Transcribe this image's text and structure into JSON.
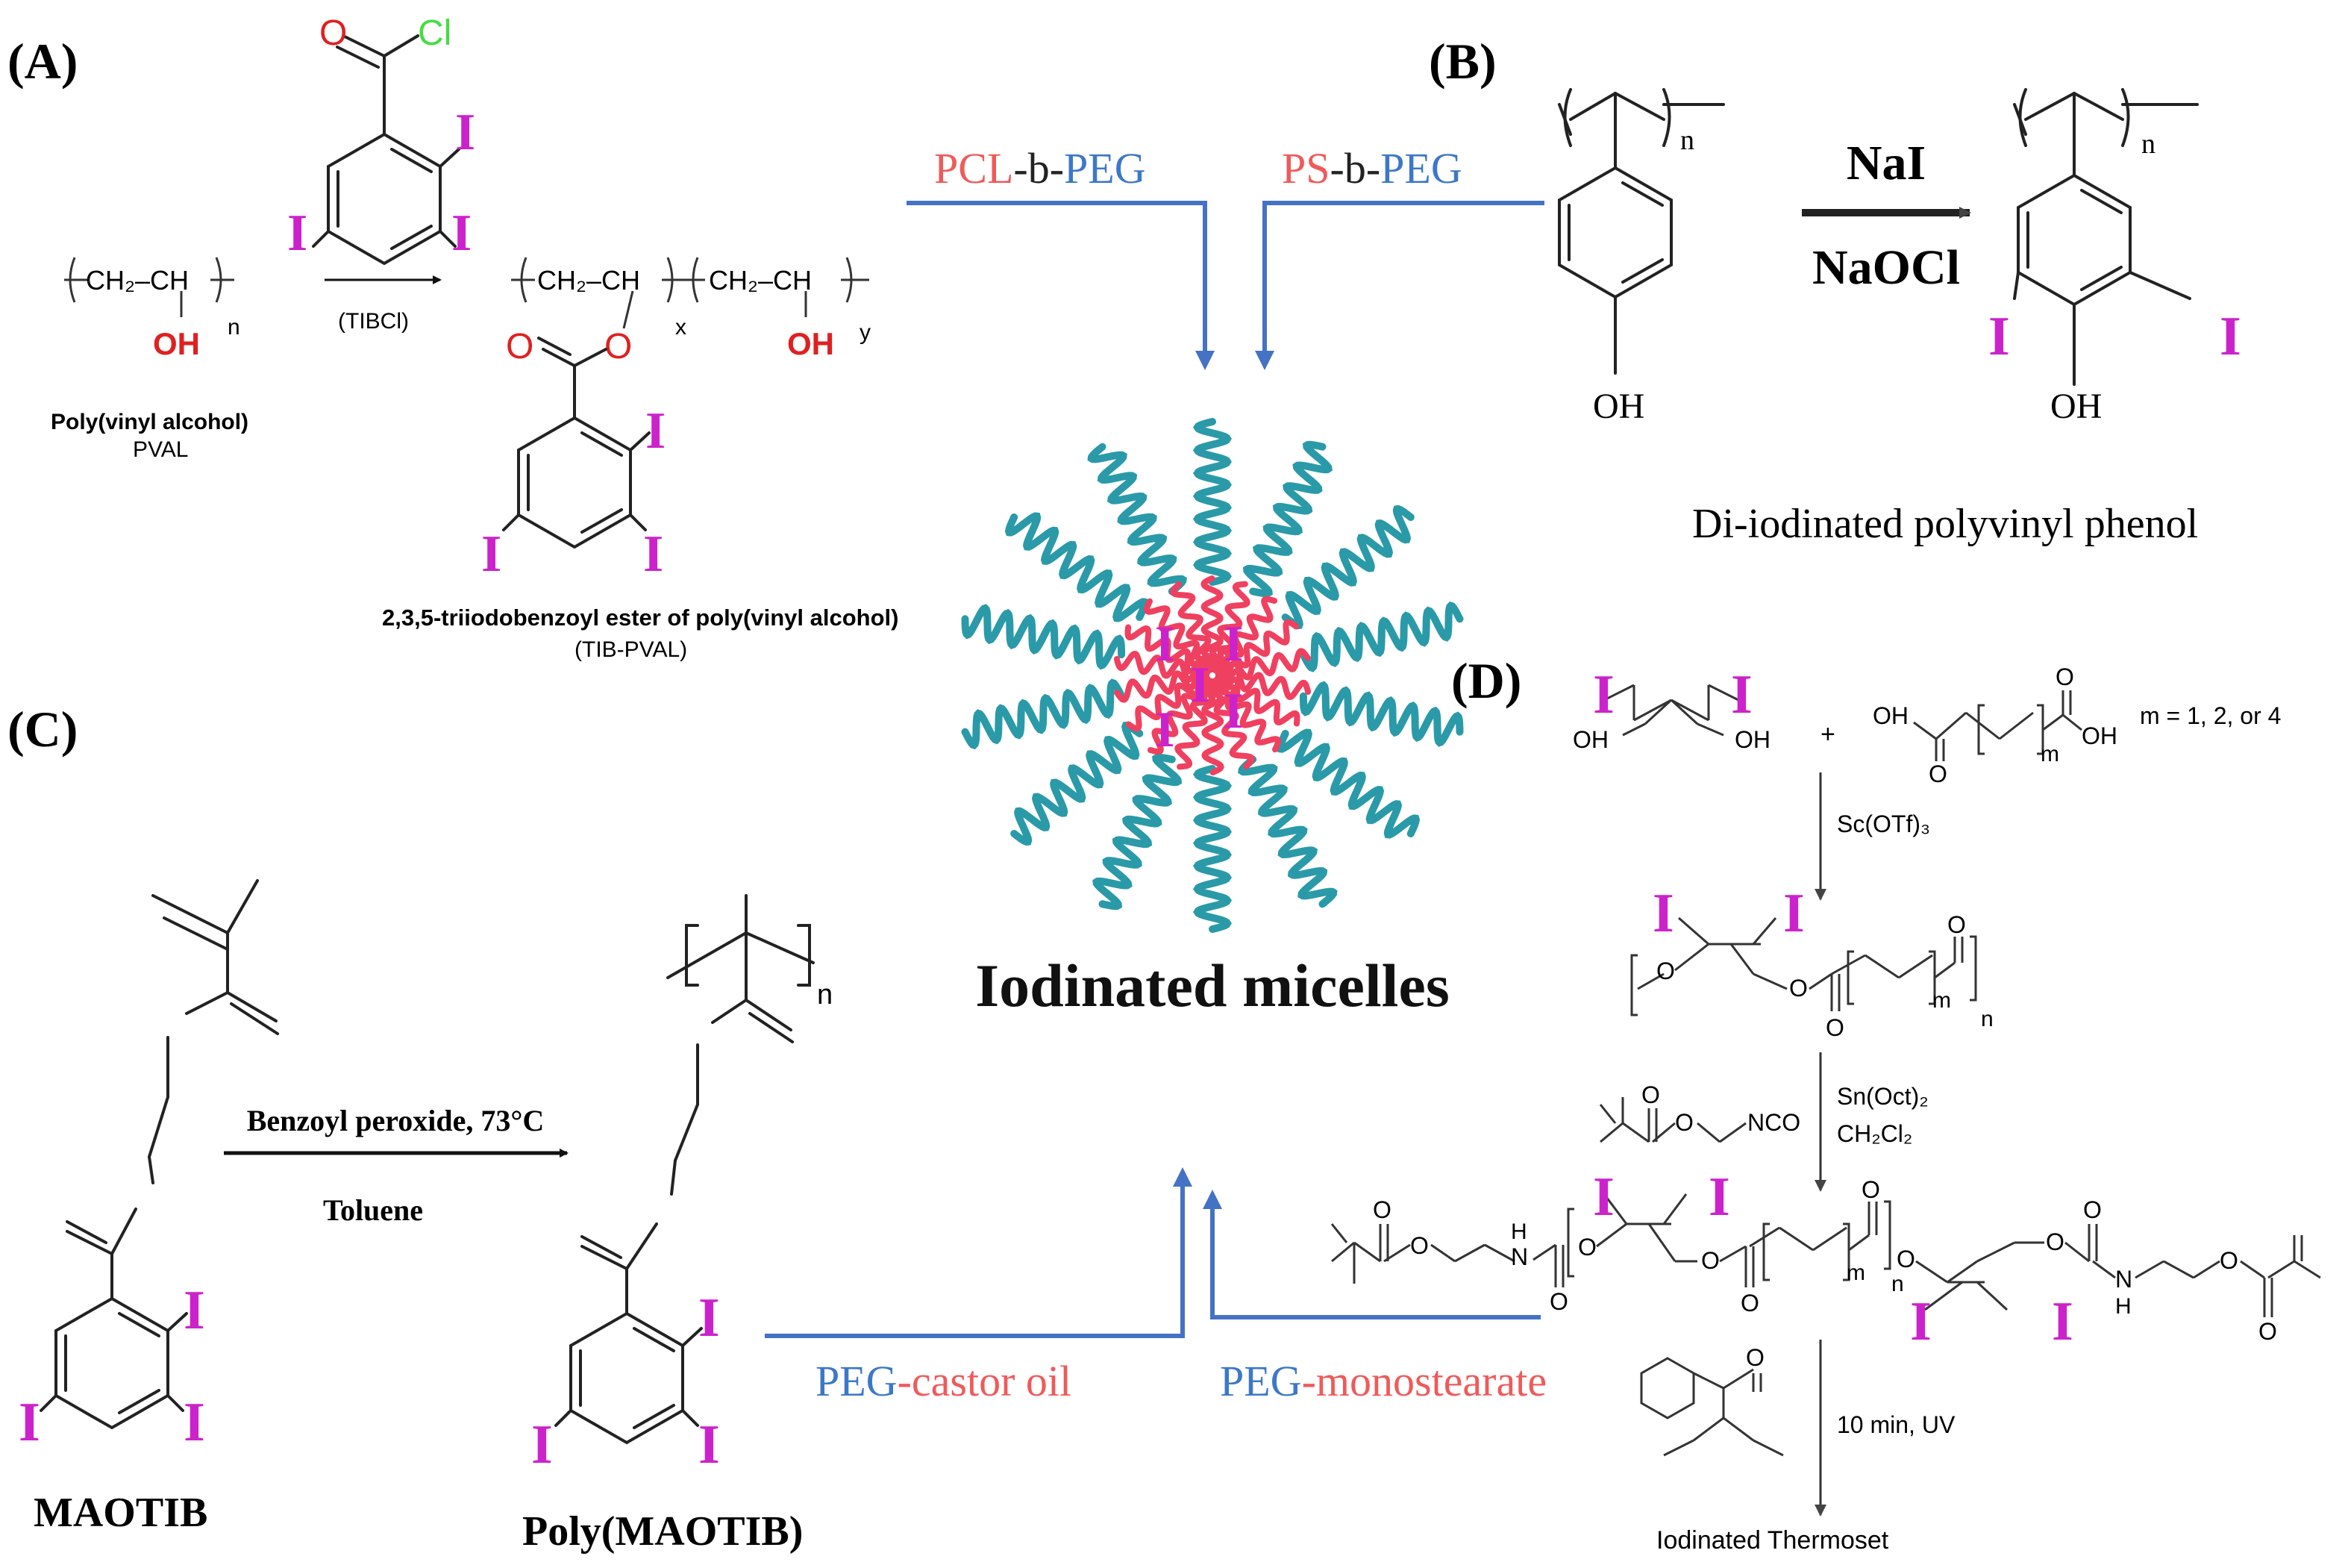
{
  "panels": {
    "A": "(A)",
    "B": "(B)",
    "C": "(C)",
    "D": "(D)"
  },
  "colors": {
    "iodine": "#cc22cc",
    "oxygen": "#e02020",
    "chlorine": "#44dd44",
    "arrow_blue": "#4472c4",
    "red_text": "#f05a5a",
    "blue_text": "#3c78c8",
    "micelle_core": "#f04060",
    "micelle_corona": "#2a9aa8"
  },
  "atoms": {
    "iodine": "I",
    "oxygen": "O",
    "chlorine": "Cl",
    "oh": "OH",
    "n": "n",
    "x": "x",
    "y": "y",
    "m": "m",
    "h": "H",
    "n_atom": "N"
  },
  "panel_a": {
    "pval_chain": "CH₂–CH",
    "pval_name": "Poly(vinyl alcohol)",
    "pval_abbr": "PVAL",
    "reagent": "(TIBCl)",
    "product_name": "2,3,5-triiodobenzoyl ester of poly(vinyl alcohol)",
    "product_abbr": "(TIB-PVAL)"
  },
  "micelle": {
    "top_left_label": {
      "a": "PCL",
      "b": "-b-",
      "c": "PEG"
    },
    "top_right_label": {
      "a": "PS",
      "b": "-b-",
      "c": "PEG"
    },
    "bottom_left_label": {
      "a": "PEG",
      "b": "-castor oil"
    },
    "bottom_right_label": {
      "a": "PEG",
      "b": "-monostearate"
    },
    "title": "Iodinated micelles"
  },
  "panel_b": {
    "reagent_top": "NaI",
    "reagent_bottom": "NaOCl",
    "product_name": "Di-iodinated polyvinyl phenol"
  },
  "panel_c": {
    "reagent_top": "Benzoyl peroxide, 73°C",
    "reagent_bottom": "Toluene",
    "monomer": "MAOTIB",
    "polymer": "Poly(MAOTIB)"
  },
  "panel_d": {
    "plus": "+",
    "m_values": "m = 1, 2, or 4",
    "catalyst1": "Sc(OTf)₃",
    "catalyst2": "Sn(Oct)₂",
    "solvent2": "CH₂Cl₂",
    "nco": "NCO",
    "cure": "10 min, UV",
    "product": "Iodinated Thermoset"
  }
}
